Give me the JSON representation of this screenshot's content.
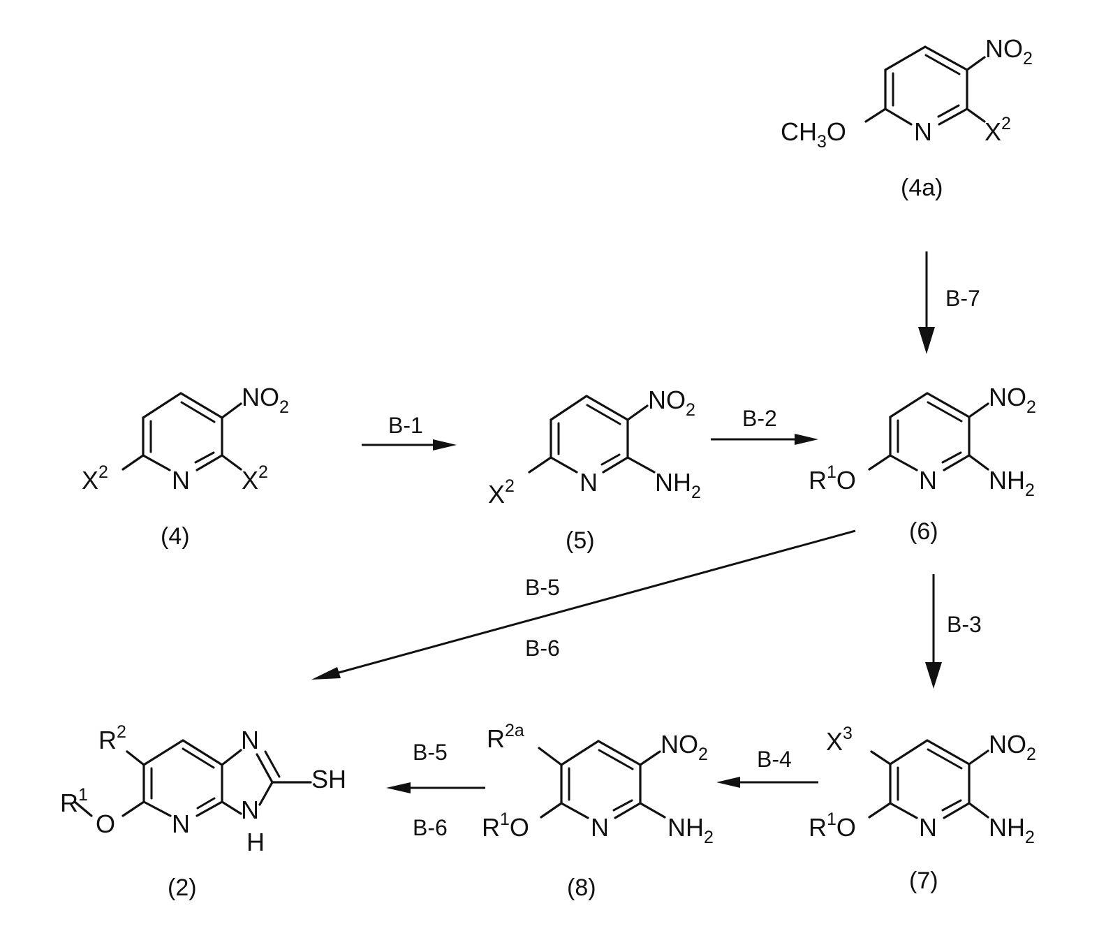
{
  "labels": {
    "no2": "NO",
    "two": "2",
    "three": "3",
    "one": "1",
    "two_a": "2a",
    "x": "X",
    "n": "N",
    "nh": "NH",
    "r": "R",
    "o": "O",
    "ch": "CH",
    "sh": "SH",
    "h": "H"
  },
  "compounds": {
    "c4a": "(4a)",
    "c4": "(4)",
    "c5": "(5)",
    "c6": "(6)",
    "c7": "(7)",
    "c8": "(8)",
    "c2": "(2)"
  },
  "steps": {
    "b1": "B-1",
    "b2": "B-2",
    "b3": "B-3",
    "b4": "B-4",
    "b5a": "B-5",
    "b6a": "B-6",
    "b5b": "B-5",
    "b6b": "B-6",
    "b7": "B-7"
  }
}
